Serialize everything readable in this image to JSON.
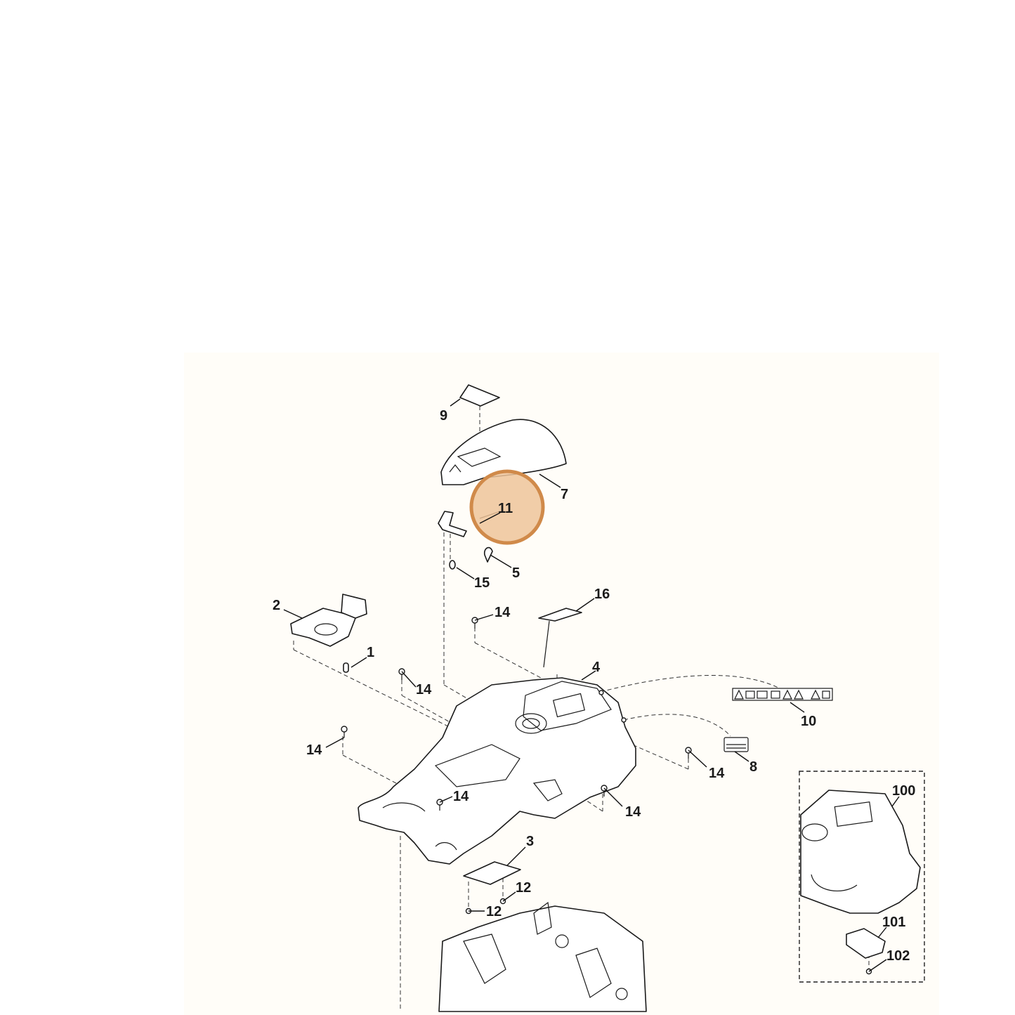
{
  "diagram": {
    "callouts": {
      "c1": "1",
      "c2": "2",
      "c3": "3",
      "c4": "4",
      "c5": "5",
      "c7": "7",
      "c8": "8",
      "c9": "9",
      "c10": "10",
      "c11": "11",
      "c12a": "12",
      "c12b": "12",
      "c14a": "14",
      "c14b": "14",
      "c14c": "14",
      "c14d": "14",
      "c14e": "14",
      "c14f": "14",
      "c15": "15",
      "c16": "16",
      "c100": "100",
      "c101": "101",
      "c102": "102"
    },
    "highlighted_callout": "11",
    "highlight_color": "#d08a4a"
  }
}
